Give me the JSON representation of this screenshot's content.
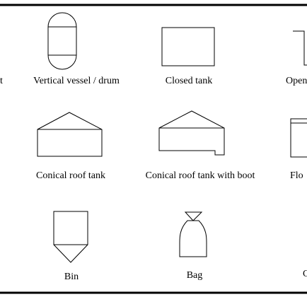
{
  "symbols": [
    {
      "id": "partial-left",
      "label": "t"
    },
    {
      "id": "vertical-vessel",
      "label": "Vertical vessel / drum"
    },
    {
      "id": "closed-tank",
      "label": "Closed tank"
    },
    {
      "id": "open-tank-partial",
      "label": "Open"
    },
    {
      "id": "conical-roof-tank",
      "label": "Conical roof tank"
    },
    {
      "id": "conical-roof-tank-boot",
      "label": "Conical roof tank with boot"
    },
    {
      "id": "floating-partial",
      "label": "Flo"
    },
    {
      "id": "bin",
      "label": "Bin"
    },
    {
      "id": "bag",
      "label": "Bag"
    },
    {
      "id": "partial-right-bottom",
      "label": "C"
    }
  ]
}
